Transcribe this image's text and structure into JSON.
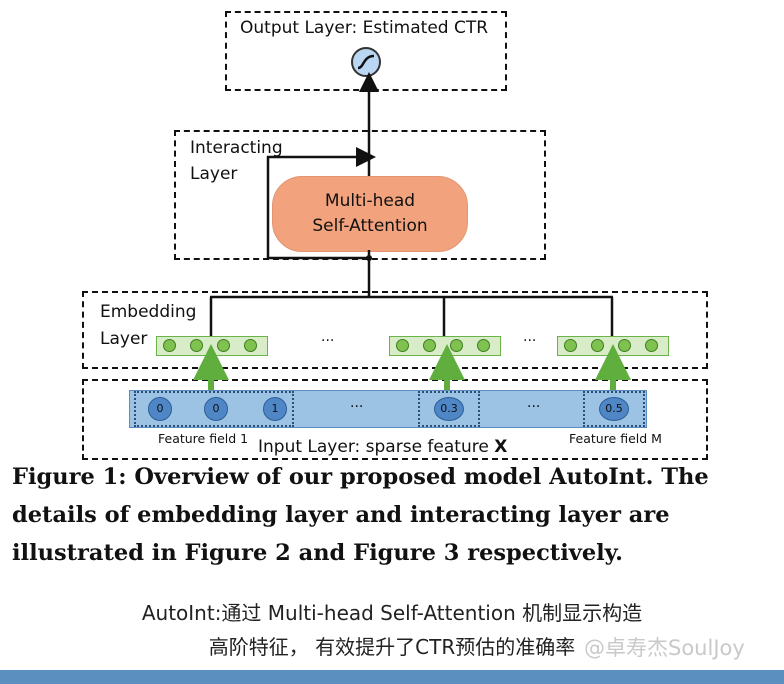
{
  "diagram": {
    "output_layer": "Output Layer: Estimated CTR",
    "interacting_layer_line1": "Interacting",
    "interacting_layer_line2": "Layer",
    "attention_line1": "Multi-head",
    "attention_line2": "Self-Attention",
    "embedding_layer_line1": "Embedding",
    "embedding_layer_line2": "Layer",
    "ellipsis": "···",
    "input_layer": "Input Layer: sparse feature ",
    "input_symbol": "X",
    "feature_field_1": "Feature field 1",
    "feature_field_m": "Feature field M",
    "features": [
      "0",
      "0",
      "1",
      "0.3",
      "0.5"
    ]
  },
  "caption": {
    "text": "Figure 1: Overview of our proposed model AutoInt. The details of embedding layer and interacting layer are illustrated in Figure 2 and Figure 3 respectively."
  },
  "note": {
    "line1": "AutoInt:通过 Multi-head Self-Attention 机制显示构造",
    "line2": "高阶特征， 有效提升了CTR预估的准确率"
  },
  "watermark": "@卓寿杰SoulJoy",
  "colors": {
    "attention_fill": "#f2a37d",
    "embedding_fill": "#d7ecc7",
    "embedding_dot": "#7fc24f",
    "sparse_fill": "#9cc2e4",
    "feature_dot": "#4f86c6"
  }
}
